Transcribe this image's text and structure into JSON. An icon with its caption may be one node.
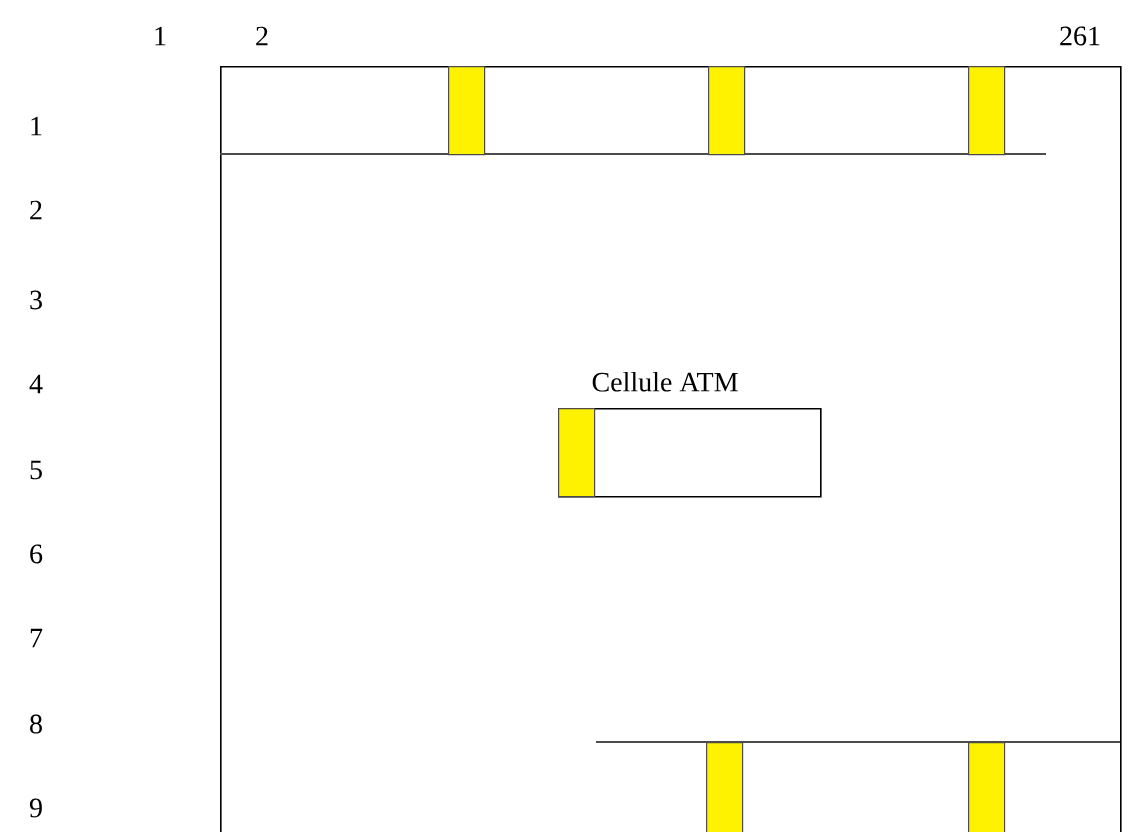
{
  "diagram": {
    "nodes": [
      {
        "text": [],
        "shape": "box"
      },
      {
        "text": [
          "Cellule ATM"
        ],
        "in": 0
      },
      {
        "text": [],
        "shape": "bar",
        "in": 1
      },
      {
        "text": [],
        "shape": "bar",
        "in": 0
      },
      {
        "text": [],
        "shape": "bar",
        "in": 0
      },
      {
        "text": [],
        "shape": "bar",
        "in": 0
      },
      {
        "text": [],
        "shape": "bar",
        "in": 0
      },
      {
        "text": [],
        "shape": "bar",
        "in": 0
      }
    ],
    "edges": [],
    "labels": [
      "1",
      "2",
      "261",
      "1",
      "2",
      "3",
      "4",
      "5",
      "6",
      "7",
      "8",
      "9"
    ]
  }
}
